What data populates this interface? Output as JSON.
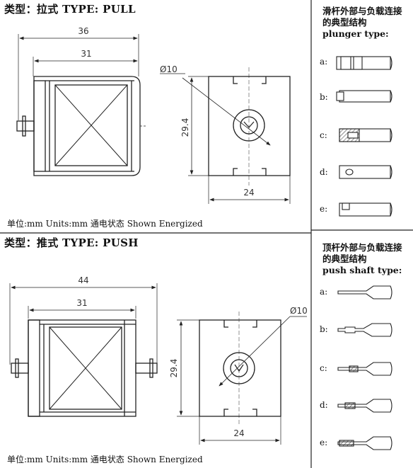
{
  "pull": {
    "title": "类型：拉式  TYPE: PULL",
    "dims": {
      "overall": "36",
      "body": "31",
      "diameter": "Ø10",
      "height": "29.4",
      "width": "24"
    },
    "footer": "单位:mm  Units:mm    通电状态 Shown Energized"
  },
  "push": {
    "title": "类型：推式  TYPE: PUSH",
    "dims": {
      "overall": "44",
      "body": "31",
      "diameter": "Ø10",
      "height": "29.4",
      "width": "24"
    },
    "footer": "单位:mm  Units:mm    通电状态 Shown Energized"
  },
  "plunger_panel": {
    "title_cn": "滑杆外部与负载连接的典型结构",
    "title_en": "plunger type:",
    "options": [
      "a:",
      "b:",
      "c:",
      "d:",
      "e:"
    ]
  },
  "push_panel": {
    "title_cn": "顶杆外部与负载连接的典型结构",
    "title_en": "push shaft type:",
    "options": [
      "a:",
      "b:",
      "c:",
      "d:",
      "e:"
    ]
  }
}
